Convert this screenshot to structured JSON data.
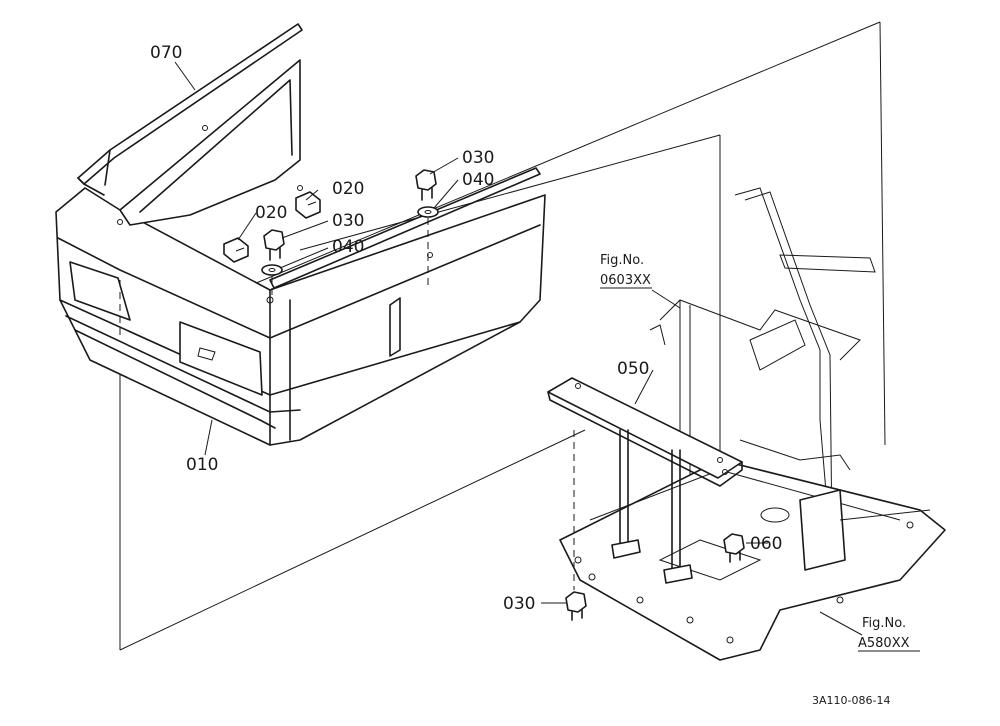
{
  "callouts": {
    "c070": "070",
    "c030a": "030",
    "c040a": "040",
    "c020a": "020",
    "c020b": "020",
    "c030b": "030",
    "c040b": "040",
    "c010": "010",
    "c050": "050",
    "c060": "060",
    "c030c": "030"
  },
  "references": {
    "fig_upper_title": "Fig.No.",
    "fig_upper_code": "0603XX",
    "fig_lower_title": "Fig.No.",
    "fig_lower_code": "A580XX"
  },
  "drawing_number": "3A110-086-14"
}
